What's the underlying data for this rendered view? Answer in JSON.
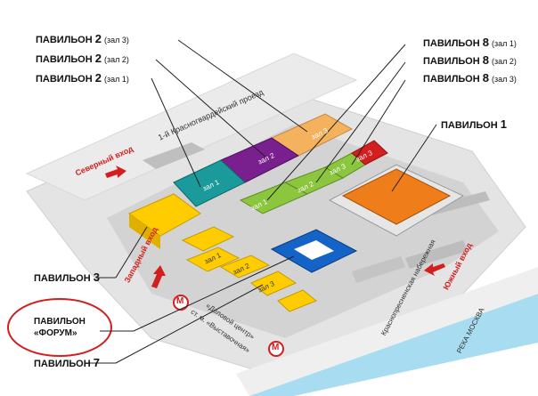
{
  "pavilions": {
    "p2_hall3": {
      "name": "ПАВИЛЬОН",
      "num": "2",
      "hall": "(зал 3)"
    },
    "p2_hall2": {
      "name": "ПАВИЛЬОН",
      "num": "2",
      "hall": "(зал 2)"
    },
    "p2_hall1": {
      "name": "ПАВИЛЬОН",
      "num": "2",
      "hall": "(зал 1)"
    },
    "p8_hall1": {
      "name": "ПАВИЛЬОН",
      "num": "8",
      "hall": "(зал 1)"
    },
    "p8_hall2": {
      "name": "ПАВИЛЬОН",
      "num": "8",
      "hall": "(зал 2)"
    },
    "p8_hall3": {
      "name": "ПАВИЛЬОН",
      "num": "8",
      "hall": "(зал 3)"
    },
    "p1": {
      "name": "ПАВИЛЬОН",
      "num": "1"
    },
    "p3": {
      "name": "ПАВИЛЬОН",
      "num": "3"
    },
    "p7": {
      "name": "ПАВИЛЬОН",
      "num": "7"
    },
    "forum": {
      "line1": "ПАВИЛЬОН",
      "line2": "«ФОРУМ»"
    }
  },
  "hall_labels": {
    "h1": "зал 1",
    "h2": "зал 2",
    "h3": "зал 3",
    "g1": "зал 1",
    "g2": "зал 2",
    "g3": "зал 3",
    "r3": "зал 3",
    "y1": "зал 1",
    "y2": "зал 2",
    "y3": "зал 3"
  },
  "streets": {
    "krasnogvardeysky": "1-й Красногвардейский проезд",
    "naberezhnaya": "Краснопресненская набережная",
    "river": "РЕКА МОСКВА",
    "metro_station": "ст. м. «Выставочная»",
    "metro_station2": "«Деловой центр»"
  },
  "entrances": {
    "north": "Северный вход",
    "west": "Западный вход",
    "south": "Южный вход"
  },
  "metro_symbol": "М",
  "colors": {
    "orange": "#ef7d1a",
    "purple": "#7a1f8e",
    "teal": "#1a9a9a",
    "green": "#8cc63f",
    "light_orange": "#f4b25e",
    "yellow": "#ffcc00",
    "blue": "#1464c8",
    "red": "#d31f1f",
    "river": "#a8dcf0"
  }
}
